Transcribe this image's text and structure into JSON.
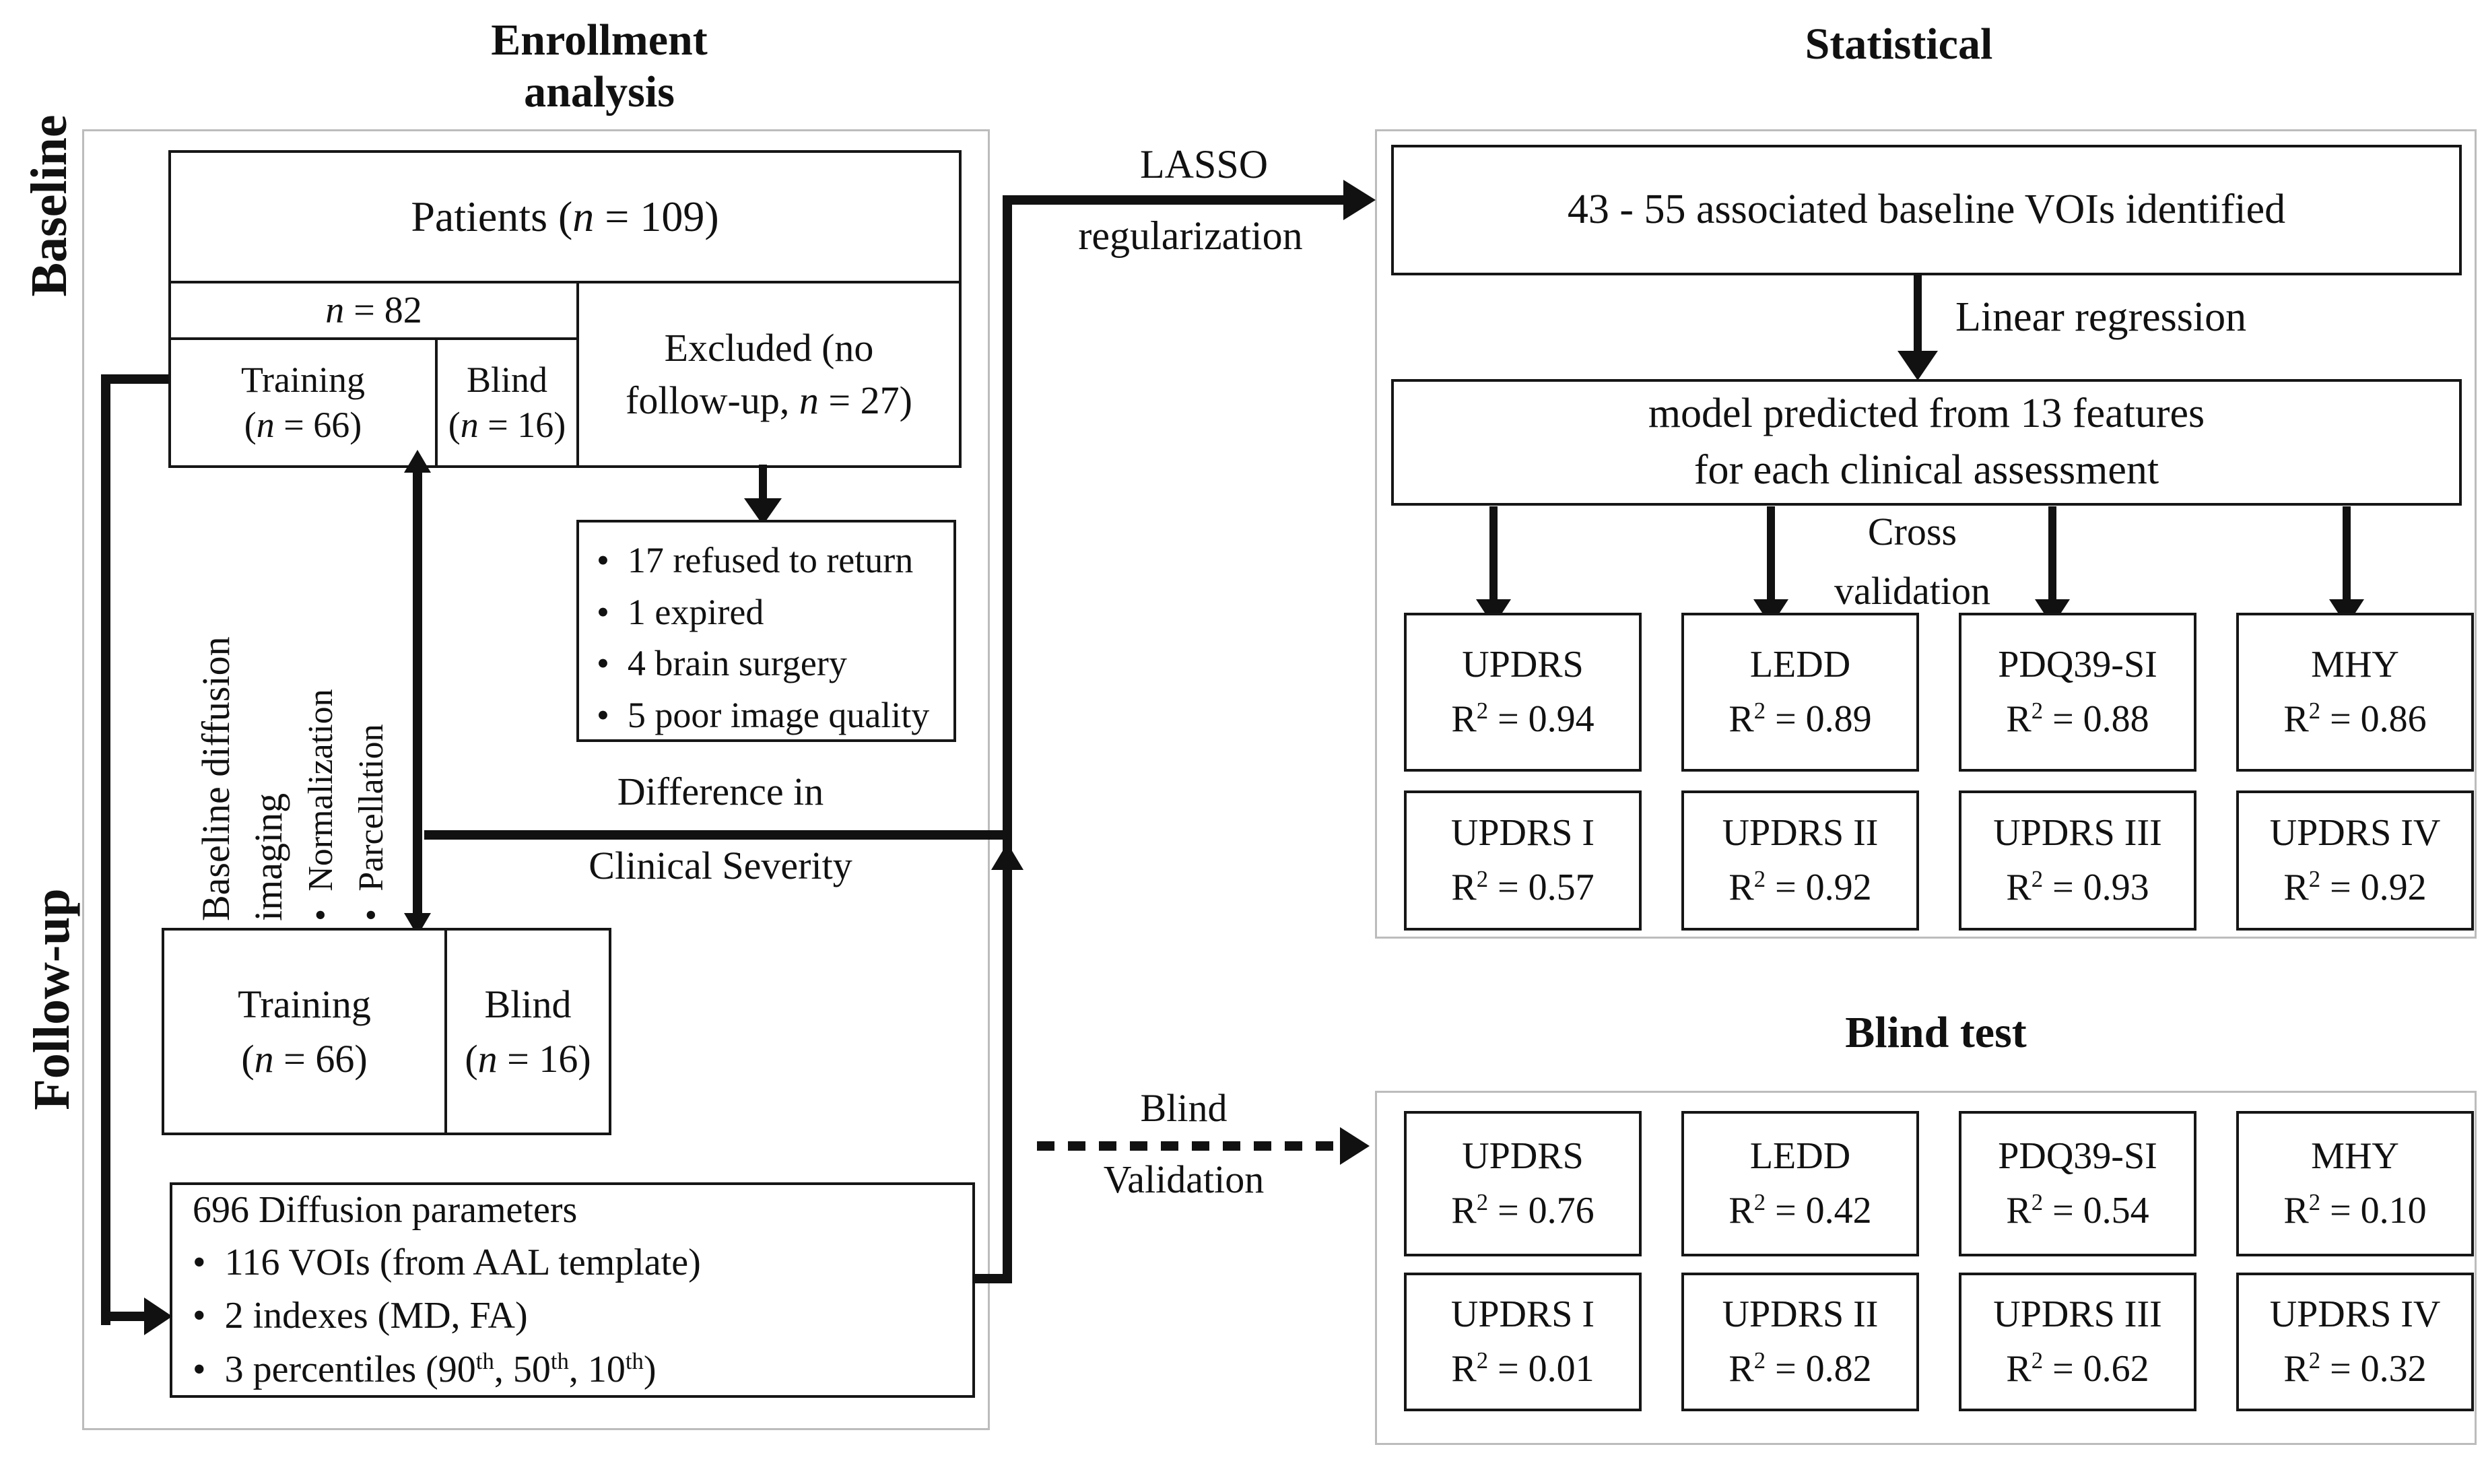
{
  "common": {
    "r": "R",
    "exp": "2",
    "eq": " = ",
    "bullet": "•",
    "n": "n"
  },
  "left_panel": {
    "title": {
      "line1": "Enrollment",
      "line2": "analysis"
    },
    "row_labels": {
      "baseline": "Baseline",
      "followup": "Follow-up"
    },
    "patients_box": {
      "pre": "Patients (",
      "post": " = 109)"
    },
    "n82_box": {
      "post": " = 82"
    },
    "training_top": {
      "name": "Training",
      "pre": "(",
      "post": " = 66)"
    },
    "blind_top": {
      "name": "Blind",
      "pre": "(",
      "post": " = 16)"
    },
    "excluded_box": {
      "line1": "Excluded (no",
      "line2_pre": "follow-up, ",
      "line2_post": " = 27)"
    },
    "exclusion_reasons": [
      "17 refused to return",
      "1 expired",
      "4 brain surgery",
      "5 poor image quality"
    ],
    "imaging_process": {
      "line1": "Baseline diffusion",
      "line2": "imaging",
      "bullet1": "Normalization",
      "bullet2": "Parcellation"
    },
    "difference_label": {
      "line1": "Difference in",
      "line2": "Clinical Severity"
    },
    "training_bottom": {
      "name": "Training",
      "pre": "(",
      "post": " = 66)"
    },
    "blind_bottom": {
      "name": "Blind",
      "pre": "(",
      "post": " = 16)"
    },
    "diffusion_box": {
      "title": "696 Diffusion parameters",
      "bullet1": "116 VOIs (from AAL template)",
      "bullet2": "2 indexes (MD, FA)",
      "bullet3": {
        "p1": "3 percentiles (90",
        "s1": "th",
        "p2": ", 50",
        "s2": "th",
        "p3": ", 10",
        "s3": "th",
        "p4": ")"
      }
    }
  },
  "connectors": {
    "lasso": {
      "line1": "LASSO",
      "line2": "regularization"
    },
    "blind_validation": {
      "line1": "Blind",
      "line2": "Validation"
    }
  },
  "statistical_panel": {
    "title": "Statistical",
    "vois_box": "43 - 55 associated baseline VOIs identified",
    "linear_regression": "Linear regression",
    "model_box": {
      "line1": "model predicted  from 13 features",
      "line2": "for each clinical assessment"
    },
    "cross_validation": {
      "line1": "Cross",
      "line2": "validation"
    },
    "results": [
      {
        "name": "UPDRS",
        "r2": "0.94"
      },
      {
        "name": "LEDD",
        "r2": "0.89"
      },
      {
        "name": "PDQ39-SI",
        "r2": "0.88"
      },
      {
        "name": "MHY",
        "r2": "0.86"
      },
      {
        "name": "UPDRS I",
        "r2": "0.57"
      },
      {
        "name": "UPDRS II",
        "r2": "0.92"
      },
      {
        "name": "UPDRS III",
        "r2": "0.93"
      },
      {
        "name": "UPDRS IV",
        "r2": "0.92"
      }
    ]
  },
  "blind_panel": {
    "title": "Blind test",
    "results": [
      {
        "name": "UPDRS",
        "r2": "0.76"
      },
      {
        "name": "LEDD",
        "r2": "0.42"
      },
      {
        "name": "PDQ39-SI",
        "r2": "0.54"
      },
      {
        "name": "MHY",
        "r2": "0.10"
      },
      {
        "name": "UPDRS I",
        "r2": "0.01"
      },
      {
        "name": "UPDRS II",
        "r2": "0.82"
      },
      {
        "name": "UPDRS III",
        "r2": "0.62"
      },
      {
        "name": "UPDRS IV",
        "r2": "0.32"
      }
    ]
  }
}
